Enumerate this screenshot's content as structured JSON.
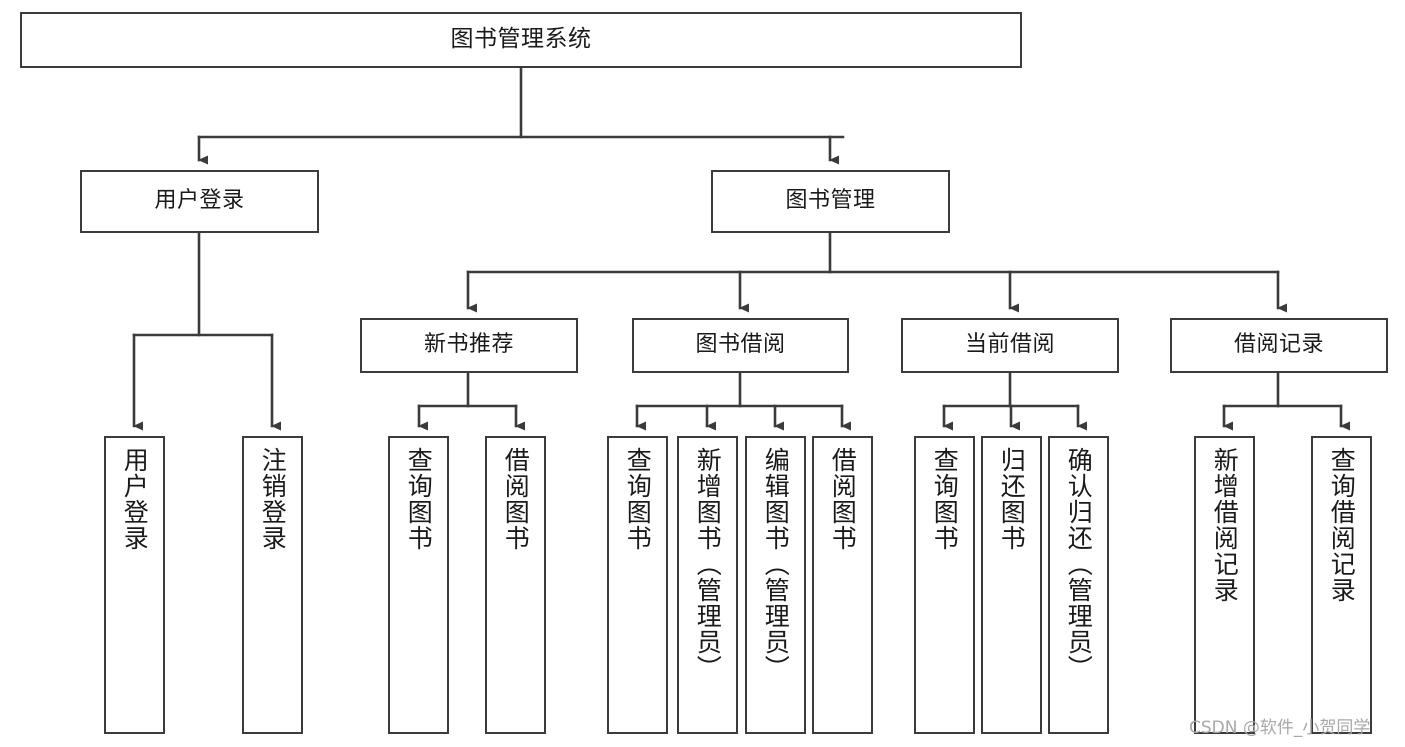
{
  "diagram": {
    "title": "图书管理系统",
    "type": "tree",
    "stroke_color": "#3b3b3b",
    "text_color": "#1a1a1a",
    "background_color": "#ffffff",
    "watermark": "CSDN @软件_小贺同学",
    "levels": {
      "root": {
        "label": "图书管理系统"
      },
      "level2": [
        {
          "id": "user-login",
          "label": "用户登录"
        },
        {
          "id": "book-manage",
          "label": "图书管理"
        }
      ],
      "level3": [
        {
          "id": "new-book-recommend",
          "label": "新书推荐",
          "parent": "book-manage"
        },
        {
          "id": "book-borrow",
          "label": "图书借阅",
          "parent": "book-manage"
        },
        {
          "id": "current-borrow",
          "label": "当前借阅",
          "parent": "book-manage"
        },
        {
          "id": "borrow-record",
          "label": "借阅记录",
          "parent": "book-manage"
        }
      ],
      "leaves": [
        {
          "id": "leaf-user-login",
          "label": "用户登录",
          "parent": "user-login"
        },
        {
          "id": "leaf-logout-login",
          "label": "注销登录",
          "parent": "user-login"
        },
        {
          "id": "leaf-query-book-1",
          "label": "查询图书",
          "parent": "new-book-recommend"
        },
        {
          "id": "leaf-borrow-book-1",
          "label": "借阅图书",
          "parent": "new-book-recommend"
        },
        {
          "id": "leaf-query-book-2",
          "label": "查询图书",
          "parent": "book-borrow"
        },
        {
          "id": "leaf-add-book",
          "label": "新增图书（管理员）",
          "parent": "book-borrow"
        },
        {
          "id": "leaf-edit-book",
          "label": "编辑图书（管理员）",
          "parent": "book-borrow"
        },
        {
          "id": "leaf-borrow-book-2",
          "label": "借阅图书",
          "parent": "book-borrow"
        },
        {
          "id": "leaf-query-book-3",
          "label": "查询图书",
          "parent": "current-borrow"
        },
        {
          "id": "leaf-return-book",
          "label": "归还图书",
          "parent": "current-borrow"
        },
        {
          "id": "leaf-confirm-return",
          "label": "确认归还（管理员）",
          "parent": "current-borrow"
        },
        {
          "id": "leaf-add-record",
          "label": "新增借阅记录",
          "parent": "borrow-record"
        },
        {
          "id": "leaf-query-record",
          "label": "查询借阅记录",
          "parent": "borrow-record"
        }
      ]
    }
  }
}
